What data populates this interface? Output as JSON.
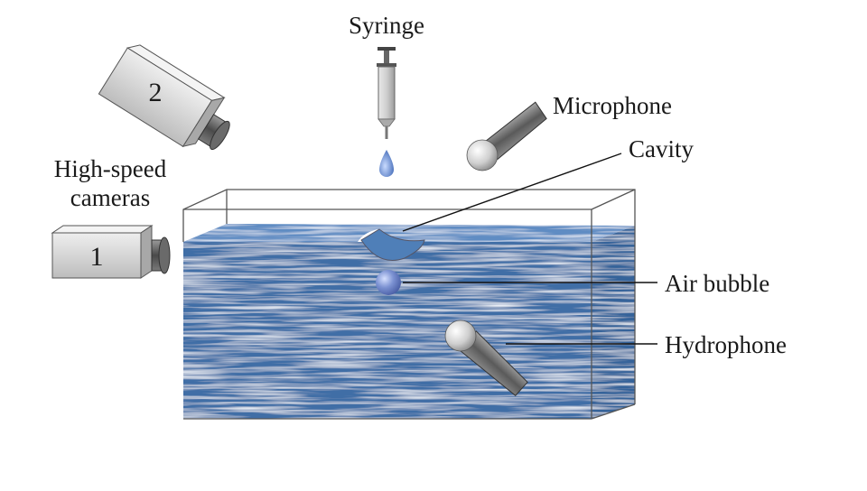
{
  "labels": {
    "syringe": "Syringe",
    "microphone": "Microphone",
    "cavity": "Cavity",
    "high_speed_cameras_line1": "High-speed",
    "high_speed_cameras_line2": "cameras",
    "air_bubble": "Air bubble",
    "hydrophone": "Hydrophone"
  },
  "cameras": {
    "camera_1_number": "1",
    "camera_2_number": "2"
  },
  "colors": {
    "water_dark": "#3f6ea6",
    "water_light": "#7ea6d0",
    "tank_outline": "#555555",
    "camera_body": "#d9d9d9",
    "bubble": "#6f86c4",
    "droplet": "#5b84c9"
  }
}
